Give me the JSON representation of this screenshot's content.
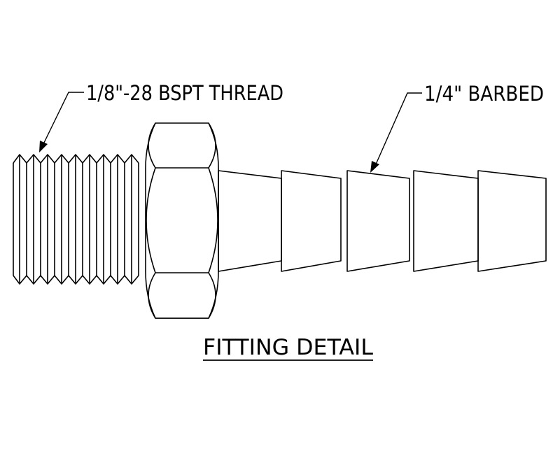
{
  "diagram": {
    "title": "FITTING DETAIL",
    "callouts": {
      "thread": "1/8\"-28 BSPT THREAD",
      "barb": "1/4\" BARBED"
    }
  },
  "colors": {
    "line": "#000000",
    "background": "#ffffff"
  }
}
